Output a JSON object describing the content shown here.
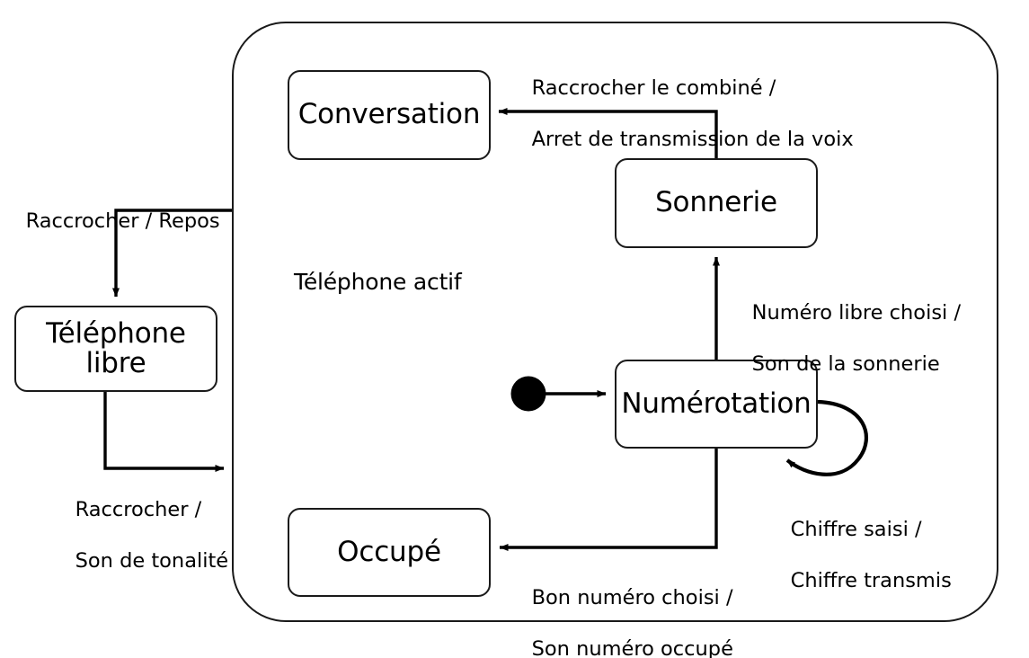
{
  "diagram": {
    "type": "uml-state-machine",
    "title_visible": false,
    "composite_state": {
      "name": "Téléphone actif",
      "frame_label_position": "inside-top-left"
    },
    "states": [
      {
        "id": "telephone-libre",
        "label": "Téléphone\nlibre",
        "label_line1": "Téléphone",
        "label_line2": "libre",
        "location": "outside-composite"
      },
      {
        "id": "conversation",
        "label": "Conversation",
        "location": "inside-composite"
      },
      {
        "id": "sonnerie",
        "label": "Sonnerie",
        "location": "inside-composite"
      },
      {
        "id": "numerotation",
        "label": "Numérotation",
        "location": "inside-composite"
      },
      {
        "id": "occupe",
        "label": "Occupé",
        "location": "inside-composite"
      }
    ],
    "initial_state": {
      "id": "initial-pseudostate",
      "shape": "filled-circle",
      "target": "numerotation"
    },
    "transitions": [
      {
        "id": "t-raccrocher-repos",
        "from": "telephone-actif",
        "to": "telephone-libre",
        "label_line1": "Raccrocher / Repos",
        "label_line2": "",
        "label_full": "Raccrocher / Repos"
      },
      {
        "id": "t-raccrocher-tonalite",
        "from": "telephone-libre",
        "to": "telephone-actif",
        "label_line1": "Raccrocher /",
        "label_line2": "Son de tonalité",
        "label_full": "Raccrocher / Son de tonalité"
      },
      {
        "id": "t-raccrocher-combine",
        "from": "sonnerie",
        "to": "conversation",
        "label_line1": "Raccrocher le combiné /",
        "label_line2": "Arret de transmission de la voix",
        "label_full": "Raccrocher le combiné / Arret de transmission de la voix"
      },
      {
        "id": "t-numero-libre",
        "from": "numerotation",
        "to": "sonnerie",
        "label_line1": "Numéro libre choisi /",
        "label_line2": "Son de la sonnerie",
        "label_full": "Numéro libre choisi / Son de la sonnerie"
      },
      {
        "id": "t-chiffre-saisi",
        "from": "numerotation",
        "to": "numerotation",
        "label_line1": "Chiffre saisi /",
        "label_line2": "Chiffre transmis",
        "label_full": "Chiffre saisi / Chiffre transmis",
        "self_loop": true
      },
      {
        "id": "t-bon-numero",
        "from": "numerotation",
        "to": "occupe",
        "label_line1": "Bon numéro choisi /",
        "label_line2": "Son numéro occupé",
        "label_full": "Bon numéro choisi / Son numéro occupé"
      }
    ],
    "colors": {
      "stroke": "#1a1a1a",
      "fill": "#ffffff",
      "text": "#000000",
      "initial_state_fill": "#000000"
    }
  }
}
